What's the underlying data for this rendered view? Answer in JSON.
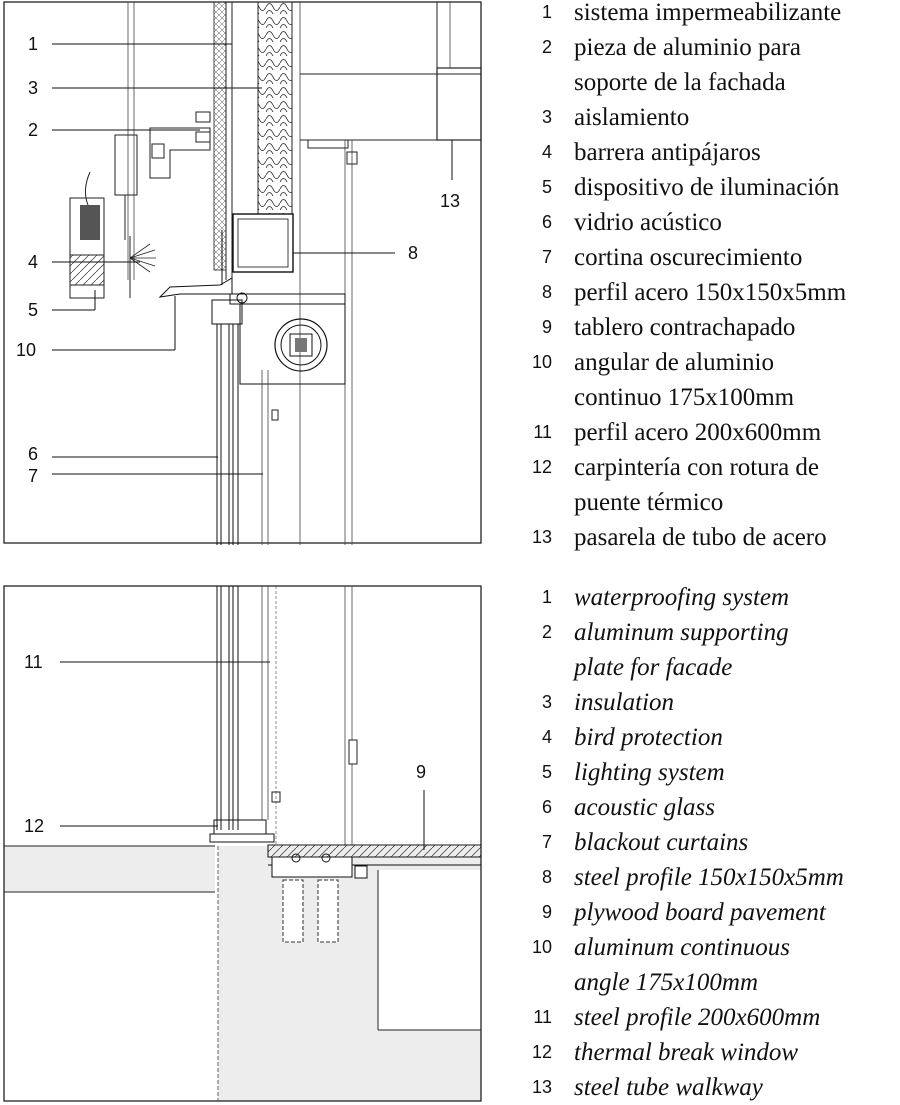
{
  "callouts": {
    "c1": "1",
    "c2": "2",
    "c3": "3",
    "c4": "4",
    "c5": "5",
    "c6": "6",
    "c7": "7",
    "c8": "8",
    "c9": "9",
    "c10": "10",
    "c11": "11",
    "c12": "12",
    "c13": "13"
  },
  "legend_es": [
    {
      "num": "1",
      "lines": [
        "sistema impermeabilizante"
      ]
    },
    {
      "num": "2",
      "lines": [
        "pieza de aluminio para",
        "soporte de la fachada"
      ]
    },
    {
      "num": "3",
      "lines": [
        "aislamiento"
      ]
    },
    {
      "num": "4",
      "lines": [
        "barrera antipájaros"
      ]
    },
    {
      "num": "5",
      "lines": [
        "dispositivo de iluminación"
      ]
    },
    {
      "num": "6",
      "lines": [
        "vidrio acústico"
      ]
    },
    {
      "num": "7",
      "lines": [
        "cortina oscurecimiento"
      ]
    },
    {
      "num": "8",
      "lines": [
        "perfil acero 150x150x5mm"
      ]
    },
    {
      "num": "9",
      "lines": [
        "tablero contrachapado"
      ]
    },
    {
      "num": "10",
      "lines": [
        "angular de aluminio",
        "continuo 175x100mm"
      ]
    },
    {
      "num": "11",
      "lines": [
        "perfil acero 200x600mm"
      ]
    },
    {
      "num": "12",
      "lines": [
        "carpintería con rotura de",
        "puente térmico"
      ]
    },
    {
      "num": "13",
      "lines": [
        "pasarela de tubo de acero"
      ]
    }
  ],
  "legend_en": [
    {
      "num": "1",
      "lines": [
        "waterproofing system"
      ]
    },
    {
      "num": "2",
      "lines": [
        "aluminum supporting",
        "plate for facade"
      ]
    },
    {
      "num": "3",
      "lines": [
        "insulation"
      ]
    },
    {
      "num": "4",
      "lines": [
        "bird protection"
      ]
    },
    {
      "num": "5",
      "lines": [
        "lighting system"
      ]
    },
    {
      "num": "6",
      "lines": [
        "acoustic glass"
      ]
    },
    {
      "num": "7",
      "lines": [
        "blackout curtains"
      ]
    },
    {
      "num": "8",
      "lines": [
        "steel profile 150x150x5mm"
      ]
    },
    {
      "num": "9",
      "lines": [
        "plywood board pavement"
      ]
    },
    {
      "num": "10",
      "lines": [
        "aluminum continuous",
        "angle 175x100mm"
      ]
    },
    {
      "num": "11",
      "lines": [
        "steel profile 200x600mm"
      ]
    },
    {
      "num": "12",
      "lines": [
        "thermal break window"
      ]
    },
    {
      "num": "13",
      "lines": [
        "steel tube walkway"
      ]
    }
  ]
}
